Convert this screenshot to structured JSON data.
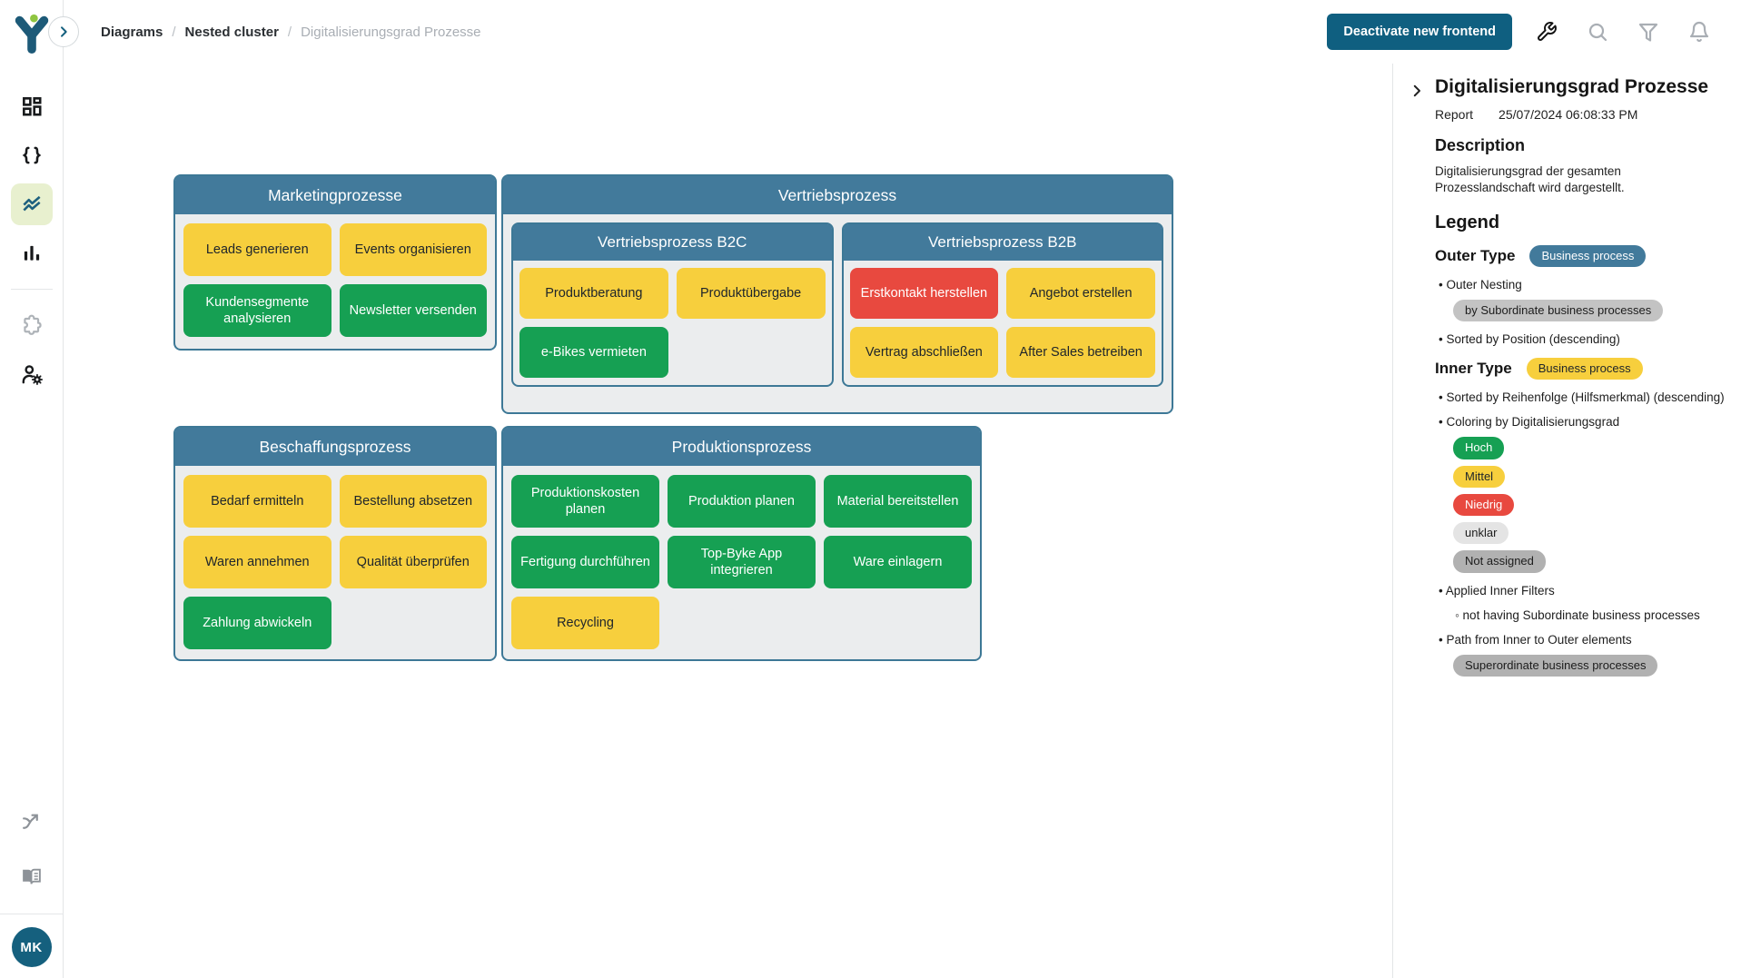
{
  "topbar": {
    "breadcrumb": {
      "item1": "Diagrams",
      "separator": "/",
      "item2": "Nested cluster",
      "item3": "Digitalisierungsgrad Prozesse"
    },
    "deactivate_button": "Deactivate new frontend",
    "icons": [
      "wrench-icon",
      "search-icon",
      "filter-icon",
      "bell-icon"
    ]
  },
  "sidebar": {
    "icons": [
      "dashboard-icon",
      "code-braces-icon",
      "trend-lines-icon",
      "bar-chart-icon",
      "puzzle-icon",
      "user-settings-icon",
      "split-arrow-icon",
      "book-icon"
    ],
    "active_item": "trend-lines-icon",
    "avatar_initials": "MK"
  },
  "diagram": {
    "clusters": [
      {
        "title": "Marketingprozesse",
        "nodes": [
          {
            "label": "Leads generieren",
            "level": "mittel"
          },
          {
            "label": "Events organisieren",
            "level": "mittel"
          },
          {
            "label": "Kundensegmente analysieren",
            "level": "hoch"
          },
          {
            "label": "Newsletter versenden",
            "level": "hoch"
          }
        ]
      },
      {
        "title": "Vertriebsprozess",
        "children": [
          {
            "title": "Vertriebsprozess B2C",
            "nodes": [
              {
                "label": "Produktberatung",
                "level": "mittel"
              },
              {
                "label": "Produktübergabe",
                "level": "mittel"
              },
              {
                "label": "e-Bikes vermieten",
                "level": "hoch"
              }
            ]
          },
          {
            "title": "Vertriebsprozess B2B",
            "nodes": [
              {
                "label": "Erstkontakt herstellen",
                "level": "niedrig"
              },
              {
                "label": "Angebot erstellen",
                "level": "mittel"
              },
              {
                "label": "Vertrag abschließen",
                "level": "mittel"
              },
              {
                "label": "After Sales betreiben",
                "level": "mittel"
              }
            ]
          }
        ]
      },
      {
        "title": "Beschaffungsprozess",
        "nodes": [
          {
            "label": "Bedarf ermitteln",
            "level": "mittel"
          },
          {
            "label": "Bestellung absetzen",
            "level": "mittel"
          },
          {
            "label": "Waren annehmen",
            "level": "mittel"
          },
          {
            "label": "Qualität überprüfen",
            "level": "mittel"
          },
          {
            "label": "Zahlung abwickeln",
            "level": "hoch"
          }
        ]
      },
      {
        "title": "Produktionsprozess",
        "nodes": [
          {
            "label": "Produktionskosten planen",
            "level": "hoch"
          },
          {
            "label": "Produktion planen",
            "level": "hoch"
          },
          {
            "label": "Material bereitstellen",
            "level": "hoch"
          },
          {
            "label": "Fertigung durchführen",
            "level": "hoch"
          },
          {
            "label": "Top-Byke App integrieren",
            "level": "hoch"
          },
          {
            "label": "Ware einlagern",
            "level": "hoch"
          },
          {
            "label": "Recycling",
            "level": "mittel"
          }
        ]
      }
    ]
  },
  "panel": {
    "title": "Digitalisierungsgrad Prozesse",
    "report_label": "Report",
    "report_datetime": "25/07/2024 06:08:33 PM",
    "description_heading": "Description",
    "description_text": "Digitalisierungsgrad der gesamten Prozesslandschaft wird dargestellt.",
    "legend": {
      "heading": "Legend",
      "outer_type_label": "Outer Type",
      "outer_type_badge": "Business process",
      "outer_nesting_bullet": "Outer Nesting",
      "outer_nesting_badge": "by Subordinate business processes",
      "outer_sorted_bullet": "Sorted by Position (descending)",
      "inner_type_label": "Inner Type",
      "inner_type_badge": "Business process",
      "inner_sorted_bullet": "Sorted by Reihenfolge (Hilfsmerkmal) (descending)",
      "coloring_bullet": "Coloring by Digitalisierungsgrad",
      "coloring_badges": [
        {
          "text": "Hoch",
          "color": "#16a053"
        },
        {
          "text": "Mittel",
          "color": "#f7cf3d"
        },
        {
          "text": "Niedrig",
          "color": "#e8493f"
        },
        {
          "text": "unklar",
          "color": "#e4e4e4"
        },
        {
          "text": "Not assigned",
          "color": "#b1b1b1"
        }
      ],
      "filters_bullet": "Applied Inner Filters",
      "filters_sub_bullet": "not having Subordinate business processes",
      "path_bullet": "Path from Inner to Outer elements",
      "path_badge": "Superordinate business processes"
    }
  },
  "colors": {
    "cluster_header_teal": "#427a9b",
    "cluster_border_teal": "#3d7896",
    "cluster_body_gray": "#ebedee",
    "node_yellow": "#f7cf3d",
    "node_green": "#16a053",
    "node_red": "#e8493f",
    "primary_button_teal": "#0f5f80",
    "active_nav_background": "#e8f0cf",
    "logo_teal": "#1d5a78",
    "logo_green": "#8fc541",
    "badge_gray": "#c3c3c3"
  }
}
